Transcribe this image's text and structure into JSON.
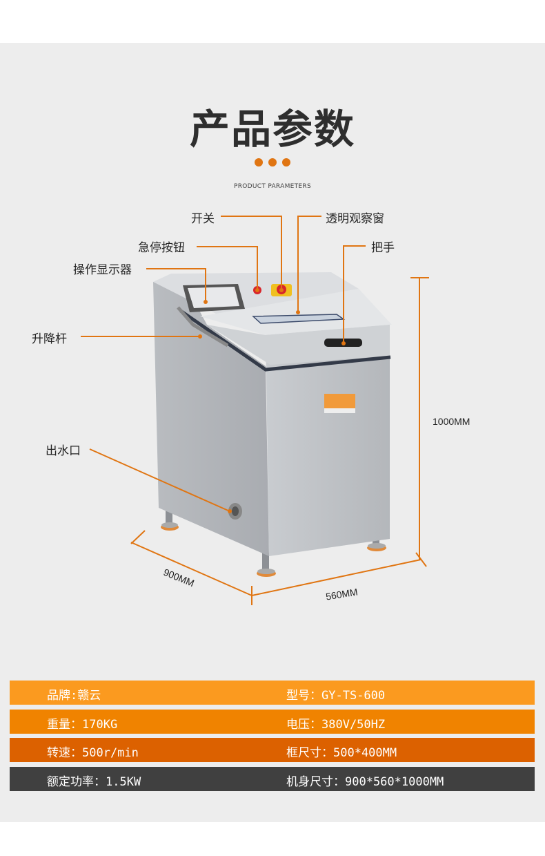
{
  "header": {
    "title": "产品参数",
    "subtitle": "PRODUCT PARAMETERS"
  },
  "callouts": {
    "switch": "开关",
    "window": "透明观察窗",
    "estop": "急停按钮",
    "handle": "把手",
    "display": "操作显示器",
    "lift_rod": "升降杆",
    "outlet": "出水口"
  },
  "dimensions": {
    "height": "1000MM",
    "depth": "900MM",
    "width": "560MM"
  },
  "colors": {
    "accent": "#e07512",
    "row1": "#fb9a1f",
    "row2": "#f08300",
    "row3": "#dc6100",
    "row4": "#404040"
  },
  "specs": [
    {
      "left": "品牌:赣云",
      "right": "型号：GY-TS-600"
    },
    {
      "left": "重量：170KG",
      "right": "电压：380V/50HZ"
    },
    {
      "left": "转速：500r/min",
      "right": "框尺寸：500*400MM"
    },
    {
      "left": "额定功率：1.5KW",
      "right": "机身尺寸：900*560*1000MM"
    }
  ]
}
